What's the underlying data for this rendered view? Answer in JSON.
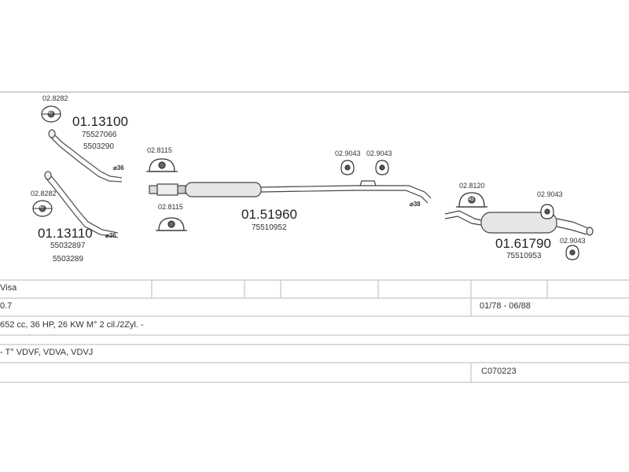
{
  "parts": {
    "pipe_front_upper": {
      "clamp": "02.8282",
      "part_no": "01.13100",
      "ref1": "75527066",
      "ref2": "5503290",
      "diameter": "⌀36"
    },
    "pipe_front_lower": {
      "clamp": "02.8282",
      "part_no": "01.13110",
      "ref1": "55032897",
      "ref2": "5503289",
      "diameter": "⌀36"
    },
    "middle_silencer": {
      "clamp_top": "02.8115",
      "clamp_bottom": "02.8115",
      "part_no": "01.51960",
      "ref1": "75510952",
      "hanger_a": "02.9043",
      "hanger_b": "02.9043",
      "diameter": "⌀38"
    },
    "rear_silencer": {
      "clamp": "02.8120",
      "part_no": "01.61790",
      "ref1": "75510953",
      "hanger_a": "02.9043",
      "hanger_b": "02.9043"
    }
  },
  "clamp_badges": {
    "front_upper": "40",
    "front_lower": "40",
    "rear": "43"
  },
  "info_table": {
    "model": "Visa",
    "engine": "0.7",
    "years": "01/78 - 06/88",
    "specs": "652 cc, 36 HP, 26 KW M° 2 cil./2Zyl. -",
    "types": "- T° VDVF, VDVA, VDVJ",
    "code": "C070223"
  }
}
